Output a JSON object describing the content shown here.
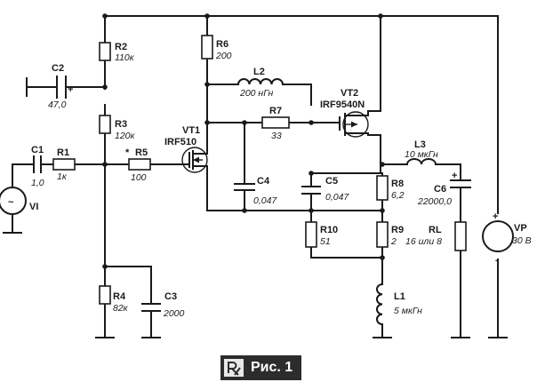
{
  "components": {
    "r1": {
      "ref": "R1",
      "value": "1к"
    },
    "r2": {
      "ref": "R2",
      "value": "110к"
    },
    "r3": {
      "ref": "R3",
      "value": "120к"
    },
    "r4": {
      "ref": "R4",
      "value": "82к"
    },
    "r5": {
      "ref": "R5",
      "value": "100",
      "mark": "*"
    },
    "r6": {
      "ref": "R6",
      "value": "200"
    },
    "r7": {
      "ref": "R7",
      "value": "33"
    },
    "r8": {
      "ref": "R8",
      "value": "6,2"
    },
    "r9": {
      "ref": "R9",
      "value": "2"
    },
    "r10": {
      "ref": "R10",
      "value": "51"
    },
    "rl": {
      "ref": "RL",
      "value": "16 или 8"
    },
    "c1": {
      "ref": "C1",
      "value": "1,0"
    },
    "c2": {
      "ref": "C2",
      "value": "47,0"
    },
    "c3": {
      "ref": "C3",
      "value": "2000"
    },
    "c4": {
      "ref": "C4",
      "value": "0,047"
    },
    "c5": {
      "ref": "C5",
      "value": "0,047"
    },
    "c6": {
      "ref": "C6",
      "value": "22000,0"
    },
    "l1": {
      "ref": "L1",
      "value": "5 мкГн"
    },
    "l2": {
      "ref": "L2",
      "value": "200 нГн"
    },
    "l3": {
      "ref": "L3",
      "value": "10 мкГн"
    },
    "vt1": {
      "ref": "VT1",
      "value": "IRF510"
    },
    "vt2": {
      "ref": "VT2",
      "value": "IRF9540N"
    },
    "vi": {
      "ref": "VI"
    },
    "vp": {
      "ref": "VP",
      "value": "30 В"
    }
  },
  "signs": {
    "plus": "+",
    "minus": "-",
    "tilde": "~"
  },
  "caption": "Рис. 1"
}
